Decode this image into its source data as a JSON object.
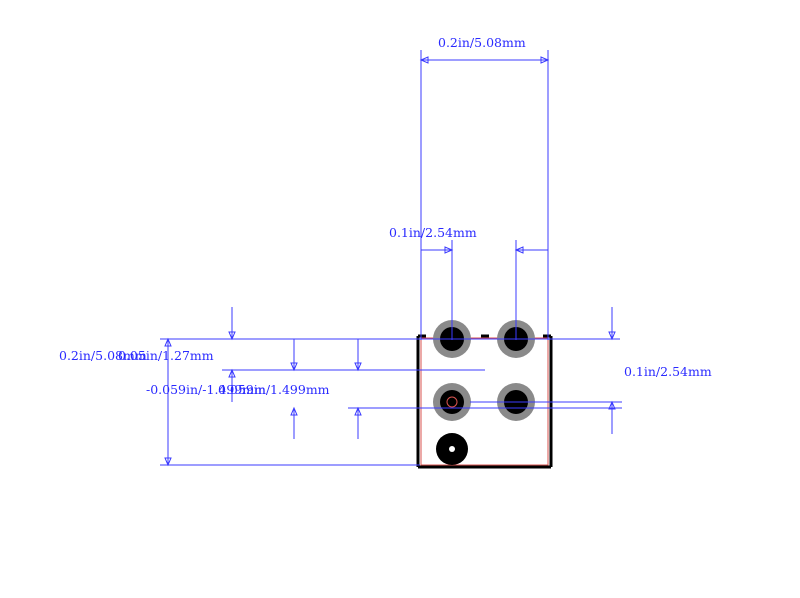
{
  "dimensions": {
    "top_width": "0.2in/5.08mm",
    "pitch_horizontal": "0.1in/2.54mm",
    "left_height": "0.2in/5.08mm",
    "row_offset": "0.05in/1.27mm",
    "pad_offset_a": "-0.059in/-1.499mm",
    "pad_offset_b": "0.059in/1.499mm",
    "pitch_vertical": "0.1in/2.54mm"
  },
  "colors": {
    "dimension": "#3b3bff",
    "outline": "#000000",
    "pad_ring": "#8a8a8a",
    "drill": "#000000",
    "courtyard": "#d9534f"
  }
}
